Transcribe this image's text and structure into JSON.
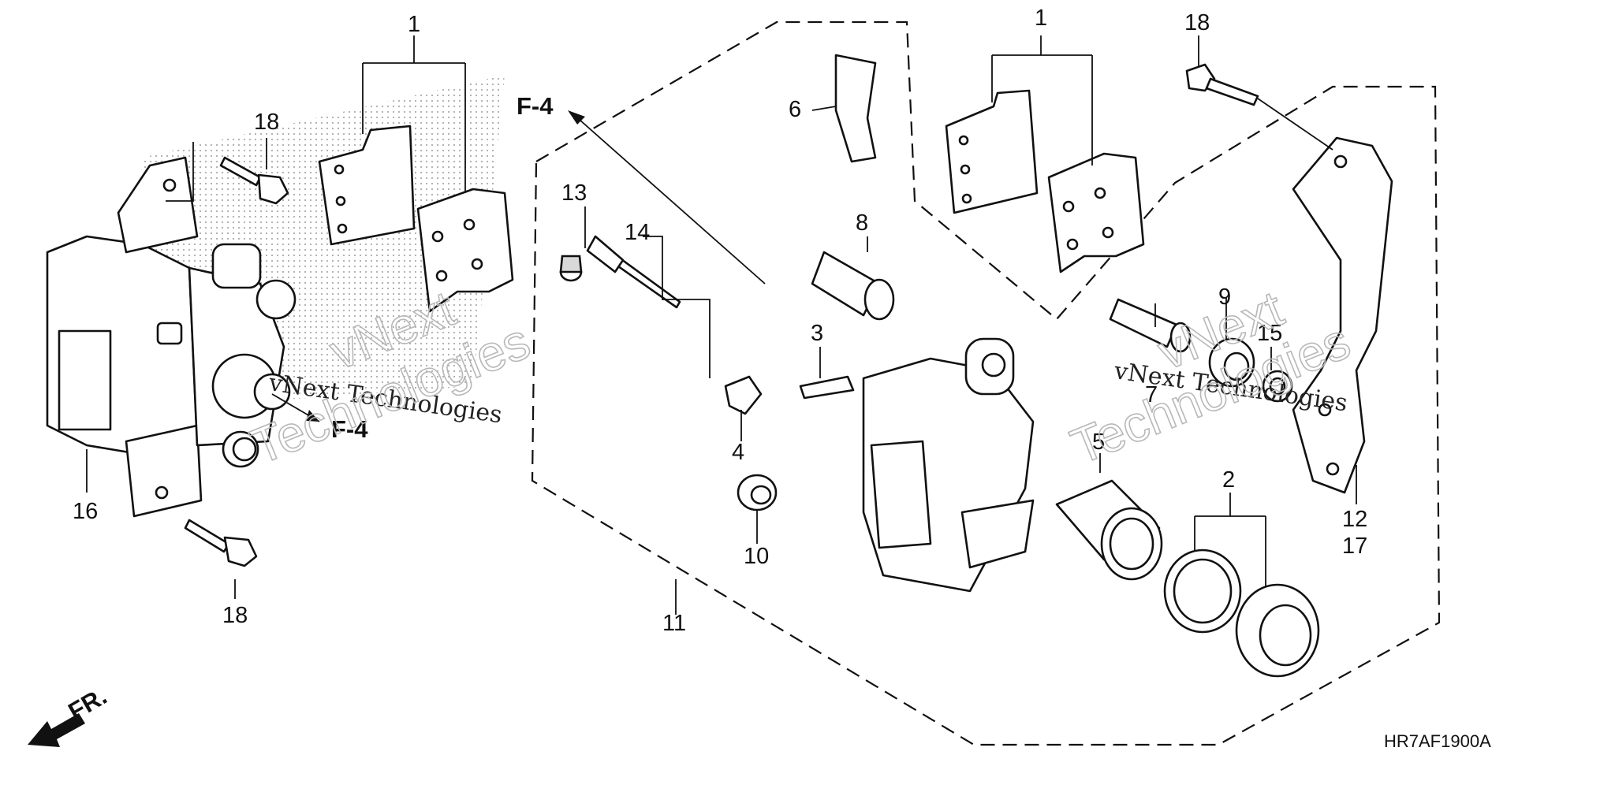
{
  "callouts": {
    "c1a": "1",
    "c18a": "18",
    "c16": "16",
    "c18b": "18",
    "f4a": "F-4",
    "f4b": "F-4",
    "c13": "13",
    "c14": "14",
    "c6": "6",
    "c8": "8",
    "c3": "3",
    "c4": "4",
    "c10": "10",
    "c11": "11",
    "c1b": "1",
    "c18c": "18",
    "c7": "7",
    "c9": "9",
    "c15": "15",
    "c5": "5",
    "c2": "2",
    "c12": "12",
    "c17": "17"
  },
  "fr_label": "FR.",
  "diagram_code": "HR7AF1900A",
  "watermarks": {
    "w1": "vNext Technologies",
    "w2": "vNext",
    "w3": "Technologies",
    "w4": "vNext Technologies",
    "w5": "vNext",
    "w6": "Technologies"
  }
}
